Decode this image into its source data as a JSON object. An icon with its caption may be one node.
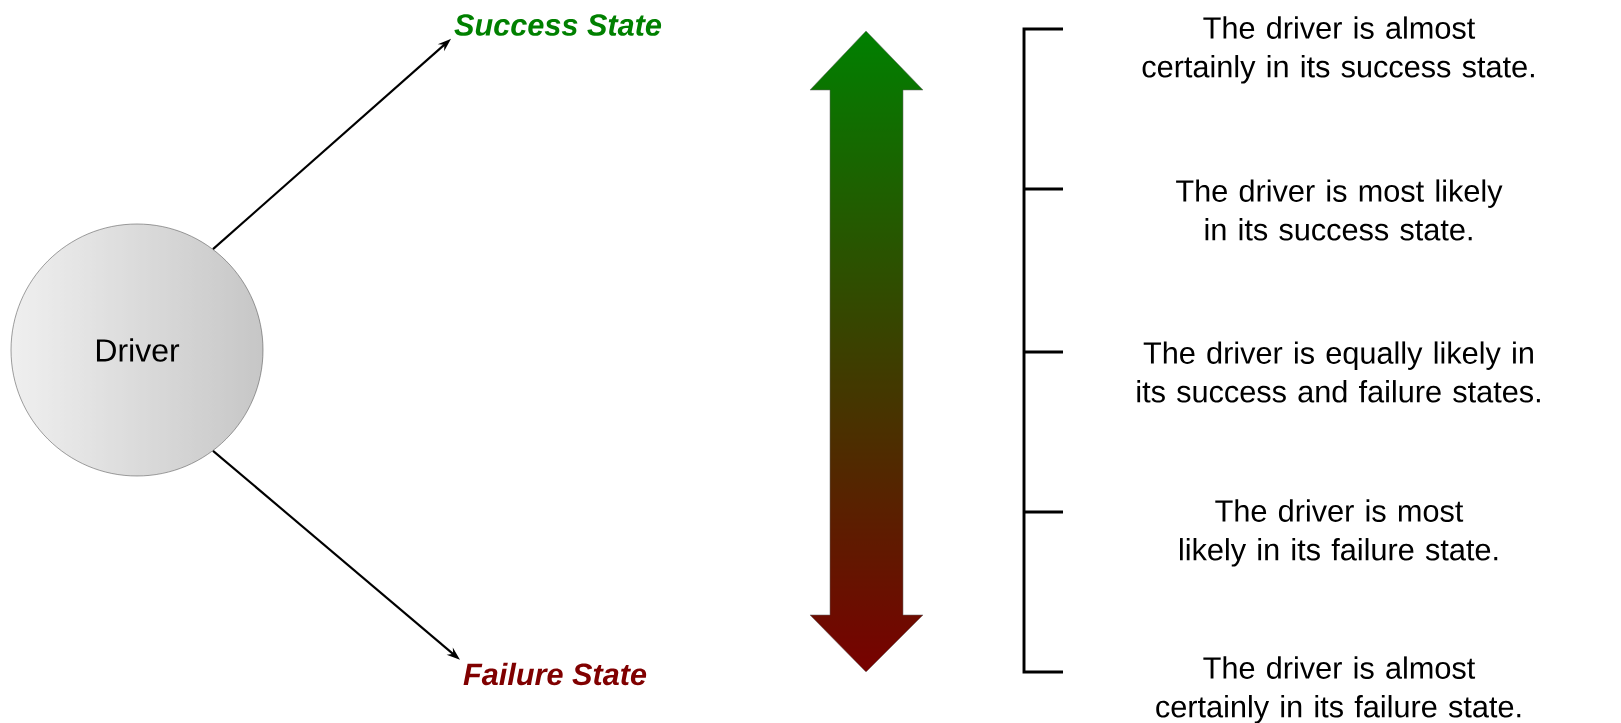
{
  "diagram": {
    "nodes": [
      {
        "text": [
          "Driver"
        ]
      },
      {
        "text": [
          "Success State"
        ]
      },
      {
        "text": [
          "Failure State"
        ]
      }
    ],
    "edges": [
      {
        "from": 0,
        "to": 1,
        "arrow": "to"
      },
      {
        "from": 0,
        "to": 2,
        "arrow": "to"
      }
    ],
    "labels": [
      "The driver is almost certainly in its success state.",
      "The driver is most likely in its success state.",
      "The driver is equally likely in its success and failure states.",
      "The driver is most likely in its failure state.",
      "The driver is almost certainly in its failure state."
    ]
  }
}
